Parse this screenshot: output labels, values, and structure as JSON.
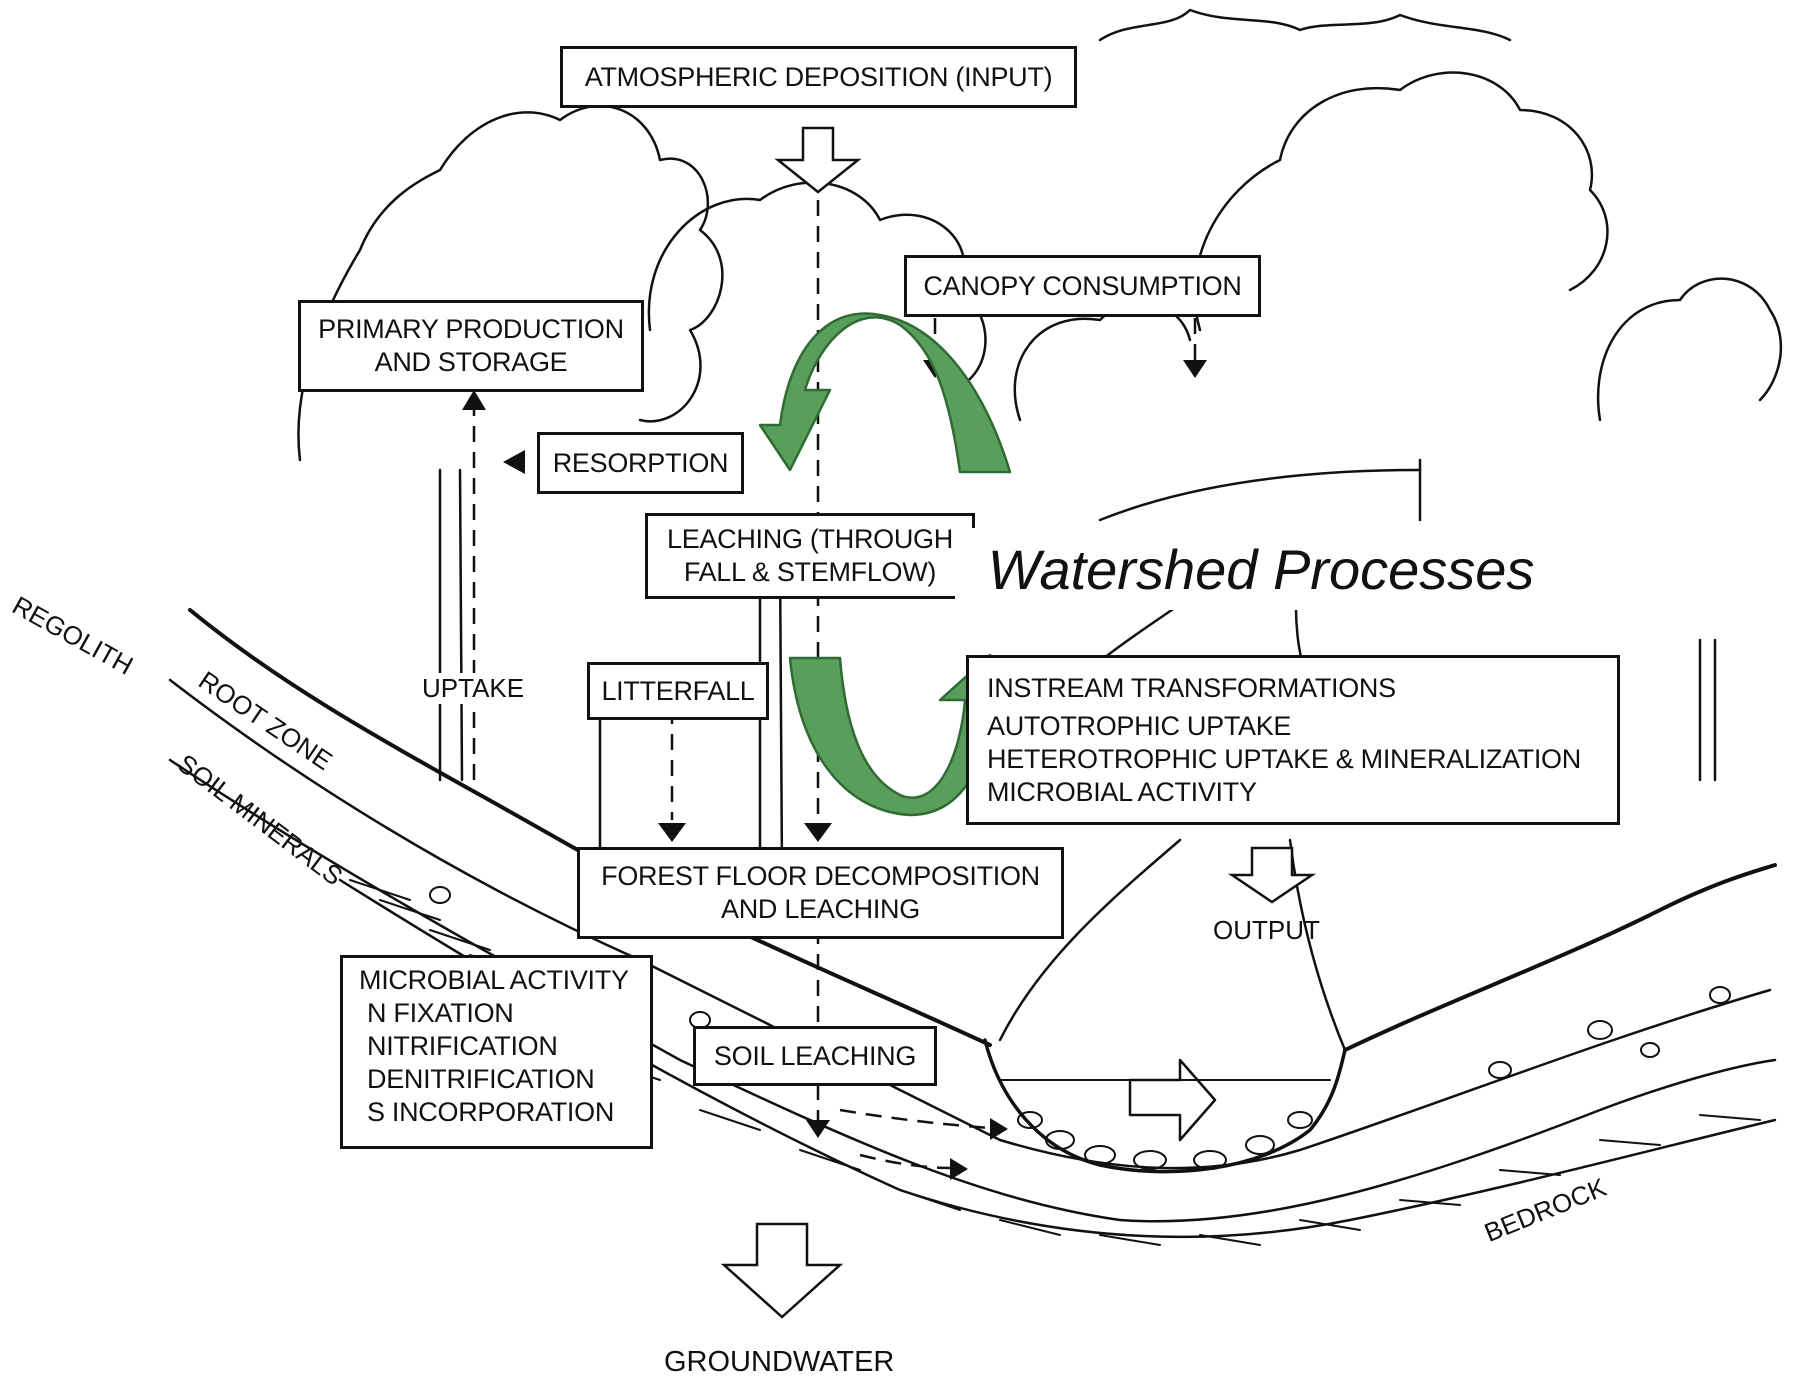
{
  "title": "Watershed Processes",
  "boxes": {
    "atmospheric": "ATMOSPHERIC DEPOSITION (INPUT)",
    "canopy": "CANOPY CONSUMPTION",
    "primary": [
      "PRIMARY PRODUCTION",
      "AND STORAGE"
    ],
    "resorption": "RESORPTION",
    "leaching": [
      "LEACHING (THROUGH",
      "FALL & STEMFLOW)"
    ],
    "litterfall": "LITTERFALL",
    "instream": [
      "INSTREAM TRANSFORMATIONS",
      "AUTOTROPHIC UPTAKE",
      "HETEROTROPHIC UPTAKE & MINERALIZATION",
      "MICROBIAL ACTIVITY"
    ],
    "forest_floor": [
      "FOREST FLOOR DECOMPOSITION",
      "AND LEACHING"
    ],
    "microbial": [
      "MICROBIAL ACTIVITY",
      "N FIXATION",
      "NITRIFICATION",
      "DENITRIFICATION",
      "S INCORPORATION"
    ],
    "soil_leaching": "SOIL LEACHING"
  },
  "labels": {
    "uptake": "UPTAKE",
    "output": "OUTPUT",
    "groundwater": "GROUNDWATER",
    "regolith": "REGOLITH",
    "root_zone": "ROOT ZONE",
    "soil_minerals": "SOIL MINERALS",
    "bedrock": "BEDROCK"
  },
  "colors": {
    "cycle_arrow_fill": "#5a9e5c",
    "cycle_arrow_stroke": "#2f6b33",
    "line": "#111111"
  }
}
